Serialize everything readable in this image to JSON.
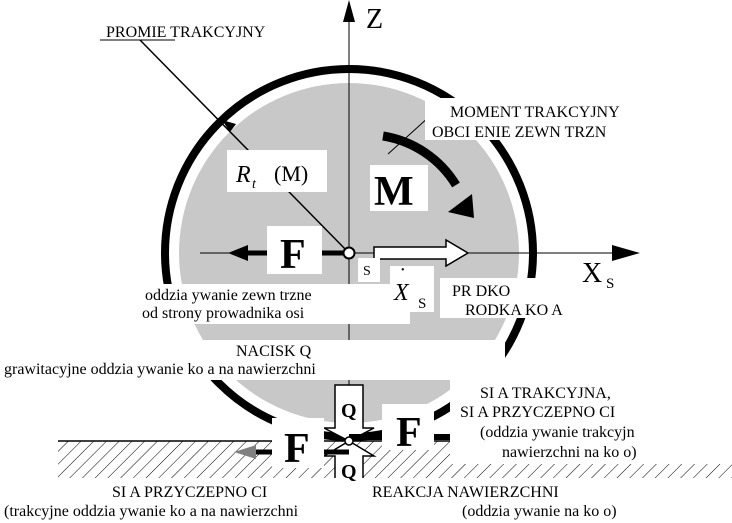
{
  "axes": {
    "z": "Z",
    "x": "X",
    "x_sub": "S"
  },
  "labels": {
    "radius": "PROMIE   TRAKCYJNY",
    "moment_1": "MOMENT TRAKCYJNY",
    "moment_2": "OBCI     ENIE ZEWN  TRZN",
    "rt_r": "R",
    "rt_sub": "t",
    "rt_m": "(M)",
    "m": "M",
    "f": "F",
    "s": "S",
    "xdot_x": "X",
    "xdot_dot": "·",
    "xdot_sub": "S",
    "left_1": "oddzia  ywanie zewn  trzne",
    "left_2": "od strony prowadnika osi",
    "right_1": "PR  DKO",
    "right_2": "RODKA KO  A",
    "nacisk_1": "NACISK Q",
    "nacisk_2": "grawitacyjne oddzia  ywanie ko   a na nawierzchni",
    "q": "Q",
    "trac_1": "SI   A TRAKCYJNA,",
    "trac_2": "SI   A PRZYCZEPNO   CI",
    "trac_3": "(oddzia  ywanie trakcyjn",
    "trac_4": "nawierzchni na ko   o)",
    "bottom_1": "SI   A PRZYCZEPNO   CI",
    "bottom_2": "REAKCJA NAWIERZCHNI",
    "bottom_3": "(trakcyjne oddzia  ywanie ko   a na nawierzchni",
    "bottom_4": "(oddzia  ywanie na ko   o)"
  }
}
